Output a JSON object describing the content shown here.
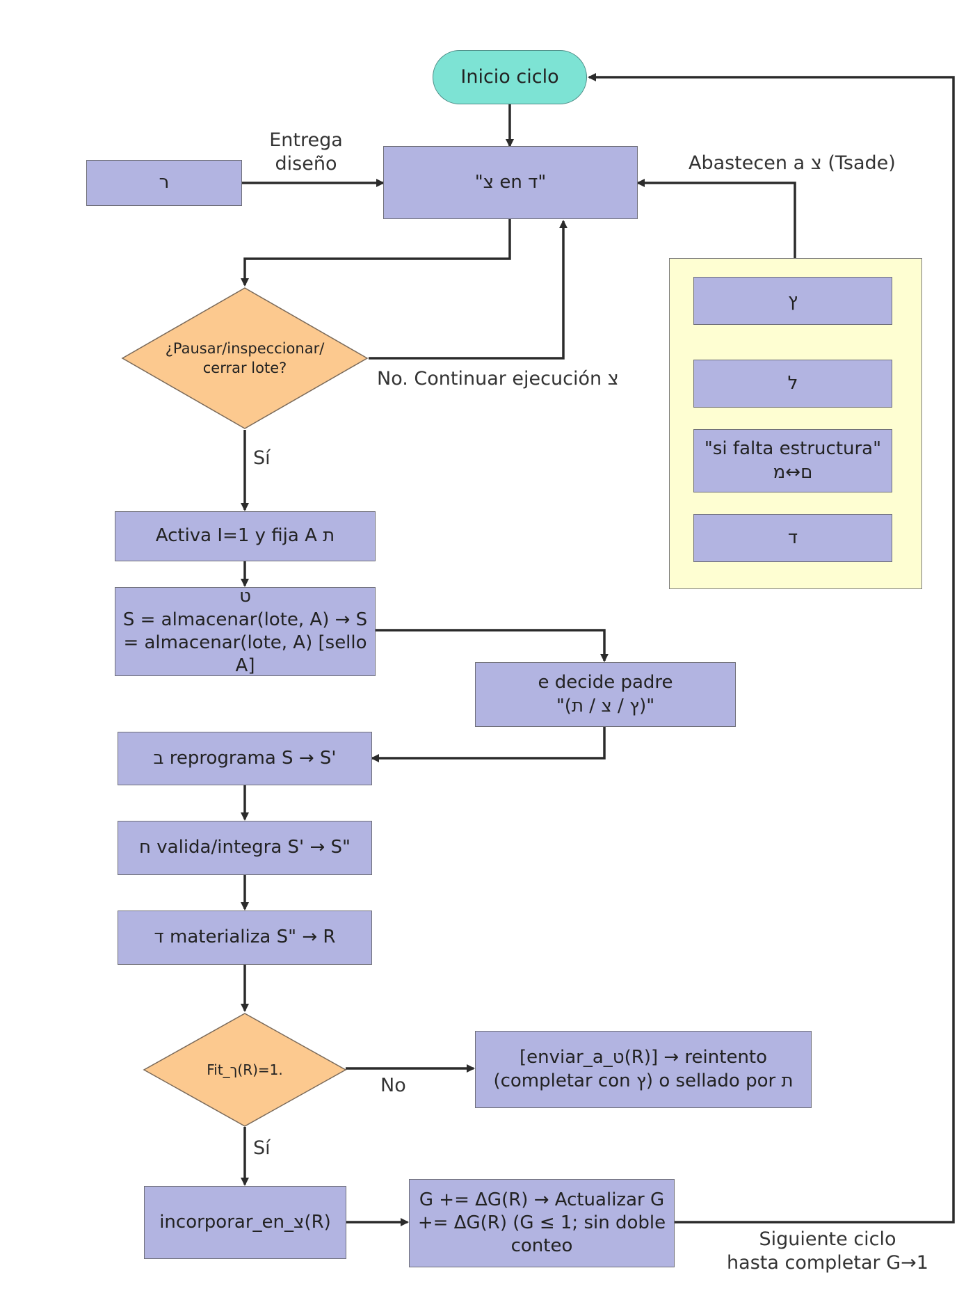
{
  "nodes": {
    "inicio": "Inicio ciclo",
    "resh": "ר",
    "tsade_dalet": "\"צ en ד\"",
    "decision1_line1": "¿Pausar/inspeccionar/",
    "decision1_line2": "cerrar lote?",
    "activa": "Activa I=1 y fija A ת",
    "tet_line1": "ט",
    "tet_line2": "S = almacenar(lote, A) → S",
    "tet_line3": "= almacenar(lote, A) [sello A]",
    "decide_line1": "e decide padre",
    "decide_line2": "\"(ץ / צ / ת)\"",
    "beth": "ב reprograma S → S'",
    "het": "ח valida/integra S' → S\"",
    "dalet_mat": "ד materializa S\" → R",
    "decision2": "Fit_ך(R)=1.",
    "enviar_line1": "[enviar_a_ט(R)]  → reintento",
    "enviar_line2": "(completar con ץ) o sellado por ת",
    "incorporar": "incorporar_en_צ(R)",
    "g_line1": "G += ΔG(R) → Actualizar G",
    "g_line2": "+= ΔG(R) (G ≤ 1; sin doble",
    "g_line3": "conteo"
  },
  "panel": {
    "item1": "ץ",
    "item2": "ל",
    "item3_line1": "\"si falta estructura\"",
    "item3_line2": "ם↔מ",
    "item4": "ד"
  },
  "labels": {
    "entrega_line1": "Entrega",
    "entrega_line2": "diseño",
    "abastecen": "Abastecen a צ (Tsade)",
    "no_continuar": "No. Continuar ejecución צ",
    "si1": "Sí",
    "no2": "No",
    "si2": "Sí",
    "siguiente_line1": "Siguiente ciclo",
    "siguiente_line2": "hasta completar G→1"
  },
  "colors": {
    "process": "#b2b4e1",
    "decision": "#fcc98f",
    "terminal": "#7de3d4",
    "panel": "#fefed2",
    "line": "#2b2b2b"
  }
}
